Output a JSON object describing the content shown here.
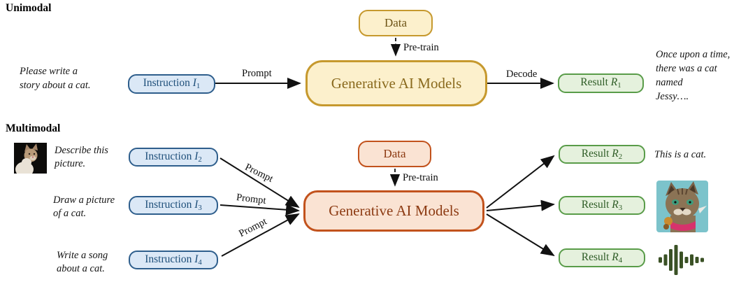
{
  "sections": {
    "unimodal": "Unimodal",
    "multimodal": "Multimodal"
  },
  "common": {
    "prompt_label": "Prompt",
    "decode_label": "Decode",
    "pretrain_label": "Pre-train",
    "data_label": "Data",
    "model_label": "Generative AI Models",
    "instruction_label": "Instruction",
    "result_label": "Result"
  },
  "unimodal": {
    "input_lines": [
      "Please write a",
      "story about a cat."
    ],
    "instruction_var": "I",
    "instruction_sub": "1",
    "result_var": "R",
    "result_sub": "1",
    "output_lines": [
      "Once upon a time,",
      "there was a cat",
      "named",
      "Jessy…."
    ]
  },
  "multimodal": {
    "inputs": [
      {
        "lines": [
          "Describe this",
          "picture."
        ],
        "var": "I",
        "sub": "2"
      },
      {
        "lines": [
          "Draw a picture",
          "of a cat."
        ],
        "var": "I",
        "sub": "3"
      },
      {
        "lines": [
          "Write a song",
          "about a cat."
        ],
        "var": "I",
        "sub": "4"
      }
    ],
    "results": [
      {
        "var": "R",
        "sub": "2",
        "output_text": "This is a cat."
      },
      {
        "var": "R",
        "sub": "3",
        "output_icon": "generated-cat-image"
      },
      {
        "var": "R",
        "sub": "4",
        "output_icon": "audio-waveform-icon"
      }
    ],
    "input_icon": "cat-photo"
  },
  "colors": {
    "blue_fill": "#DBE8F6",
    "blue_border": "#2E5E8C",
    "blue_text": "#1D4E79",
    "yellow_fill": "#FCF0CC",
    "yellow_border": "#C6992E",
    "yellow_text": "#8A6A1E",
    "green_fill": "#E5F1DD",
    "green_border": "#599C49",
    "green_text": "#2E5C26",
    "orange_fill": "#FAE3D3",
    "orange_border": "#C2521C",
    "orange_text": "#8C3A12",
    "arrow": "#111111",
    "audio_icon": "#3A5125",
    "generated_bg": "#7CC3CB"
  }
}
